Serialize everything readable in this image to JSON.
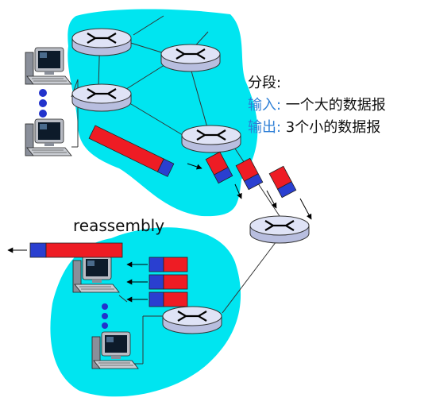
{
  "annotation": {
    "title": "分段:",
    "input_label": "输入",
    "input_sep": ": ",
    "input_text": "一个大的数据报",
    "output_label": "输出",
    "output_sep": ": ",
    "output_text": "3个小的数据报"
  },
  "reassembly_label": "reassembly",
  "colors": {
    "cloud": "#00e5f0",
    "router_top": "#dfe3f6",
    "router_body": "#c7cce8",
    "fragment_red": "#ee1c24",
    "fragment_blue": "#2a3fd0",
    "annotation_blue": "#2e7fd6",
    "dots": "#2233cc"
  },
  "icons": [
    "router-icon",
    "computer-icon",
    "arrow-icon"
  ]
}
